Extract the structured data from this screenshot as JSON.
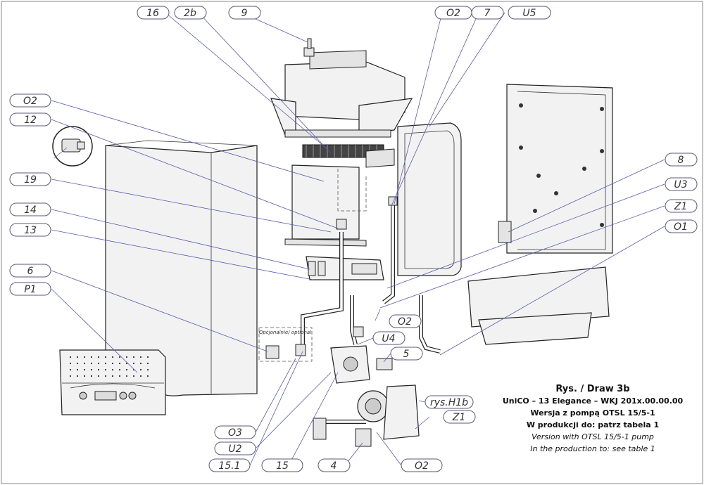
{
  "labels": {
    "l16": "16",
    "l2b": "2b",
    "l9": "9",
    "l02top": "O2",
    "l7": "7",
    "lu5": "U5",
    "l02left": "O2",
    "l12": "12",
    "l19": "19",
    "l14": "14",
    "l13": "13",
    "l6": "6",
    "lp1": "P1",
    "l8": "8",
    "lu3": "U3",
    "lz1": "Z1",
    "l01": "O1",
    "l02mid": "O2",
    "lu4": "U4",
    "l5": "5",
    "lrys": "rys.H1b",
    "lz1b": "Z1",
    "l03": "O3",
    "lu2": "U2",
    "l151": "15.1",
    "l15": "15",
    "l4": "4",
    "l02bot": "O2"
  },
  "optional_note": "Opcjonalnie/ optional",
  "caption": {
    "title": "Rys. / Draw 3b",
    "line1": "UniCO – 13 Elegance – WKJ 201x.00.00.00",
    "line2": "Wersja z pompą OTSL 15/5-1",
    "line3": "W produkcji do:  patrz tabela 1",
    "line4": "Version with OTSL 15/5-1 pump",
    "line5": "In the production to: see table 1"
  },
  "colors": {
    "border": "#888888",
    "lead": "#5a5ab0",
    "label_stroke": "#5a5a7a"
  }
}
